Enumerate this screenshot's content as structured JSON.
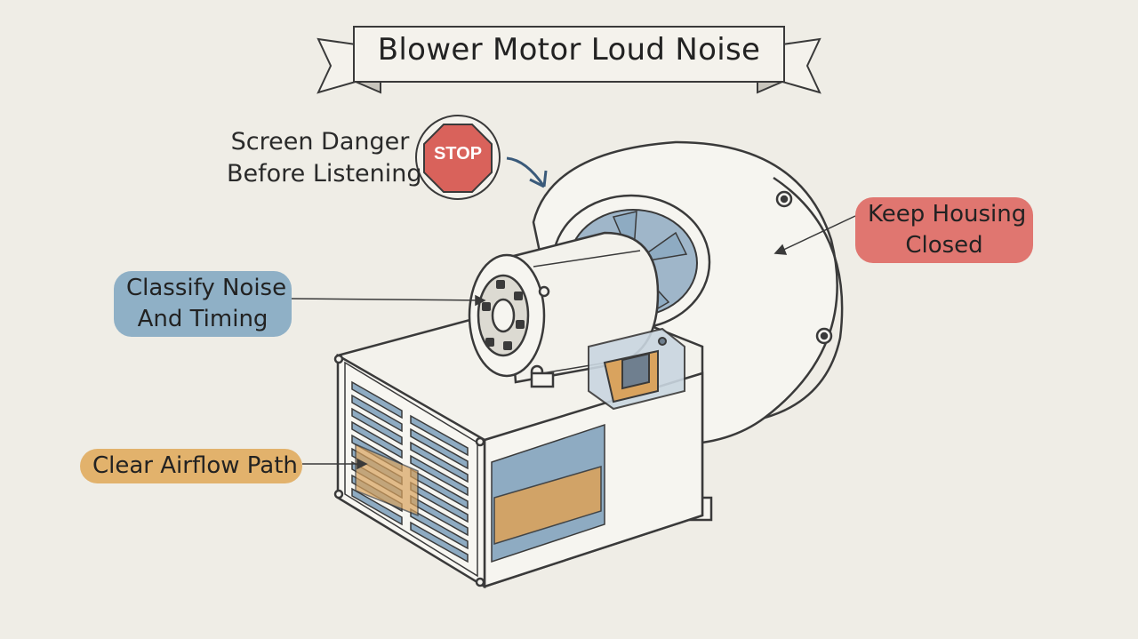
{
  "title": "Blower Motor Loud Noise",
  "stop_sign": "STOP",
  "callouts": {
    "screen_danger": [
      "Screen Danger",
      "Before Listening"
    ],
    "keep_housing": [
      "Keep Housing",
      "Closed"
    ],
    "classify_noise": [
      "Classify Noise",
      "And Timing"
    ],
    "clear_airflow": "Clear Airflow Path"
  },
  "colors": {
    "background": "#efede6",
    "stop_red": "#d9625b",
    "keep_housing_pill": "#e07670",
    "classify_pill": "#8fb0c6",
    "airflow_pill": "#e2b26c",
    "filter_orange": "#d9a35e",
    "louver_blue": "#8eabc2",
    "outline": "#3a3a3a"
  }
}
